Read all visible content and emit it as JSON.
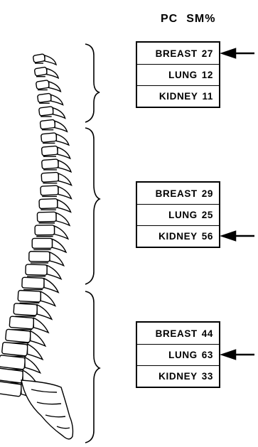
{
  "header": {
    "pc": "PC",
    "sm": "SM%"
  },
  "groups": [
    {
      "region": "cervical-upper-thoracic",
      "rows": [
        {
          "label": "BREAST",
          "value": "27",
          "highlighted": true
        },
        {
          "label": "LUNG",
          "value": "12",
          "highlighted": false
        },
        {
          "label": "KIDNEY",
          "value": "11",
          "highlighted": false
        }
      ]
    },
    {
      "region": "thoracic",
      "rows": [
        {
          "label": "BREAST",
          "value": "29",
          "highlighted": false
        },
        {
          "label": "LUNG",
          "value": "25",
          "highlighted": false
        },
        {
          "label": "KIDNEY",
          "value": "56",
          "highlighted": true
        }
      ]
    },
    {
      "region": "lumbar",
      "rows": [
        {
          "label": "BREAST",
          "value": "44",
          "highlighted": false
        },
        {
          "label": "LUNG",
          "value": "63",
          "highlighted": true
        },
        {
          "label": "KIDNEY",
          "value": "33",
          "highlighted": false
        }
      ]
    }
  ],
  "colors": {
    "ink": "#000000",
    "background": "#ffffff"
  }
}
